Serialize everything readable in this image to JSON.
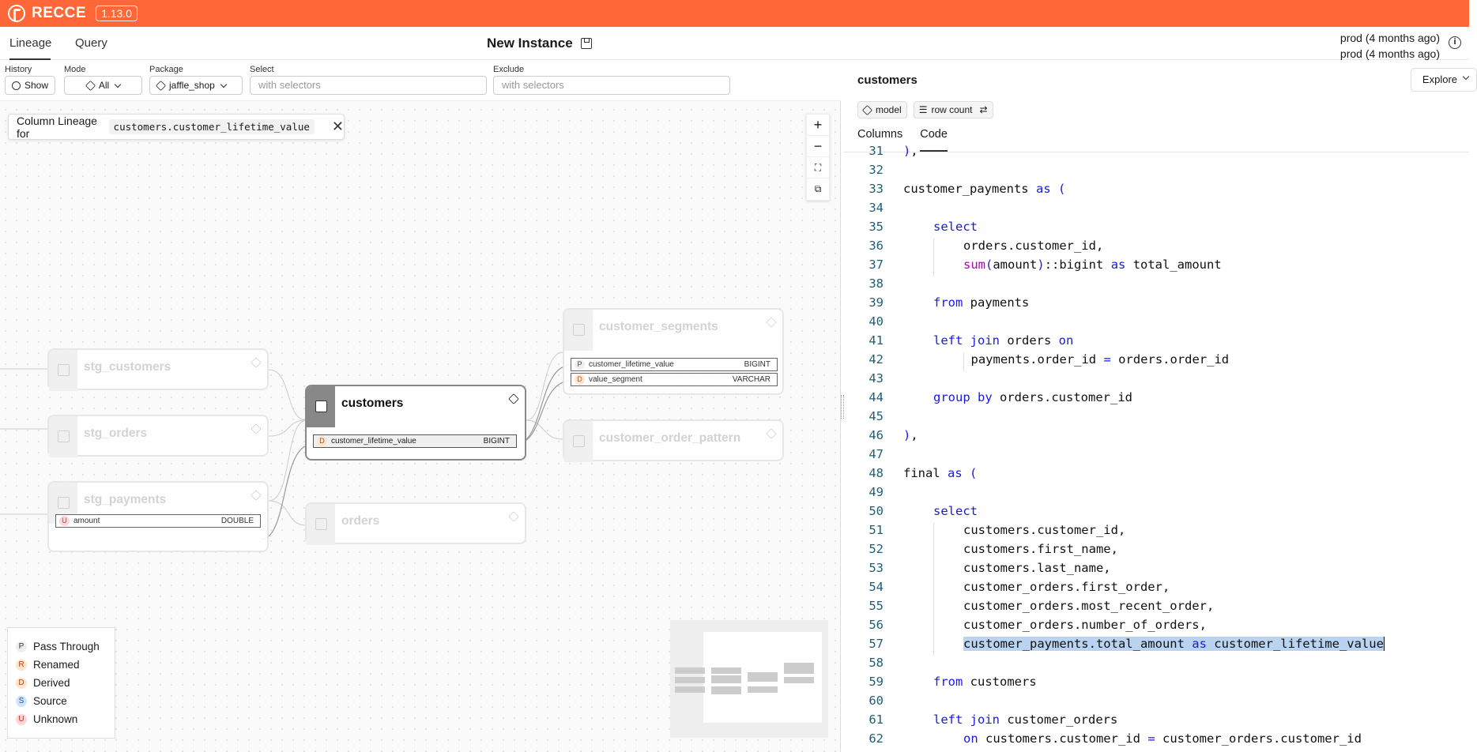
{
  "app": {
    "brand": "RECCE",
    "version": "1.13.0"
  },
  "nav": {
    "tabs": [
      "Lineage",
      "Query"
    ],
    "instance_title": "New Instance",
    "env_line1": "prod (4 months ago)",
    "env_line2": "prod (4 months ago)"
  },
  "toolbar": {
    "history_label": "History",
    "history_value": "Show",
    "mode_label": "Mode",
    "mode_value": "All",
    "package_label": "Package",
    "package_value": "jaffle_shop",
    "select_label": "Select",
    "select_placeholder": "with selectors",
    "exclude_label": "Exclude",
    "exclude_placeholder": "with selectors"
  },
  "column_lineage": {
    "prefix": "Column Lineage for",
    "column": "customers.customer_lifetime_value"
  },
  "nodes": {
    "stg_customers": "stg_customers",
    "stg_orders": "stg_orders",
    "stg_payments": "stg_payments",
    "customers": "customers",
    "orders": "orders",
    "customer_segments": "customer_segments",
    "customer_order_pattern": "customer_order_pattern"
  },
  "columns": {
    "payments_amount": {
      "badge": "U",
      "name": "amount",
      "type": "DOUBLE"
    },
    "customers_clv": {
      "badge": "D",
      "name": "customer_lifetime_value",
      "type": "BIGINT"
    },
    "segments_clv": {
      "badge": "P",
      "name": "customer_lifetime_value",
      "type": "BIGINT"
    },
    "segments_value": {
      "badge": "D",
      "name": "value_segment",
      "type": "VARCHAR"
    }
  },
  "legend": [
    {
      "badge": "P",
      "label": "Pass Through"
    },
    {
      "badge": "R",
      "label": "Renamed"
    },
    {
      "badge": "D",
      "label": "Derived"
    },
    {
      "badge": "S",
      "label": "Source"
    },
    {
      "badge": "U",
      "label": "Unknown"
    }
  ],
  "zoom": {
    "in": "+",
    "out": "−"
  },
  "panel": {
    "title": "customers",
    "explore": "Explore",
    "tag_model": "model",
    "tag_rowcount": "row count",
    "tabs": [
      "Columns",
      "Code"
    ]
  },
  "code_lines": [
    {
      "n": "31",
      "t": "),",
      "indent": 0
    },
    {
      "n": "32",
      "t": "",
      "indent": 0
    },
    {
      "n": "33",
      "t": "customer_payments as (",
      "indent": 0
    },
    {
      "n": "34",
      "t": "",
      "indent": 0
    },
    {
      "n": "35",
      "t": "select",
      "indent": 1
    },
    {
      "n": "36",
      "t": "orders.customer_id,",
      "indent": 2
    },
    {
      "n": "37",
      "t": "sum(amount)::bigint as total_amount",
      "indent": 2
    },
    {
      "n": "38",
      "t": "",
      "indent": 0
    },
    {
      "n": "39",
      "t": "from payments",
      "indent": 1
    },
    {
      "n": "40",
      "t": "",
      "indent": 0
    },
    {
      "n": "41",
      "t": "left join orders on",
      "indent": 1
    },
    {
      "n": "42",
      "t": "payments.order_id = orders.order_id",
      "indent": 2.25
    },
    {
      "n": "43",
      "t": "",
      "indent": 0
    },
    {
      "n": "44",
      "t": "group by orders.customer_id",
      "indent": 1
    },
    {
      "n": "45",
      "t": "",
      "indent": 0
    },
    {
      "n": "46",
      "t": "),",
      "indent": 0
    },
    {
      "n": "47",
      "t": "",
      "indent": 0
    },
    {
      "n": "48",
      "t": "final as (",
      "indent": 0
    },
    {
      "n": "49",
      "t": "",
      "indent": 0
    },
    {
      "n": "50",
      "t": "select",
      "indent": 1
    },
    {
      "n": "51",
      "t": "customers.customer_id,",
      "indent": 2
    },
    {
      "n": "52",
      "t": "customers.first_name,",
      "indent": 2
    },
    {
      "n": "53",
      "t": "customers.last_name,",
      "indent": 2
    },
    {
      "n": "54",
      "t": "customer_orders.first_order,",
      "indent": 2
    },
    {
      "n": "55",
      "t": "customer_orders.most_recent_order,",
      "indent": 2
    },
    {
      "n": "56",
      "t": "customer_orders.number_of_orders,",
      "indent": 2
    },
    {
      "n": "57",
      "t": "customer_payments.total_amount as customer_lifetime_value",
      "indent": 2,
      "selected": true
    },
    {
      "n": "58",
      "t": "",
      "indent": 0
    },
    {
      "n": "59",
      "t": "from customers",
      "indent": 1
    },
    {
      "n": "60",
      "t": "",
      "indent": 0
    },
    {
      "n": "61",
      "t": "left join customer_orders",
      "indent": 1
    },
    {
      "n": "62",
      "t": "on customers.customer_id = customer_orders.customer_id",
      "indent": 2
    }
  ]
}
